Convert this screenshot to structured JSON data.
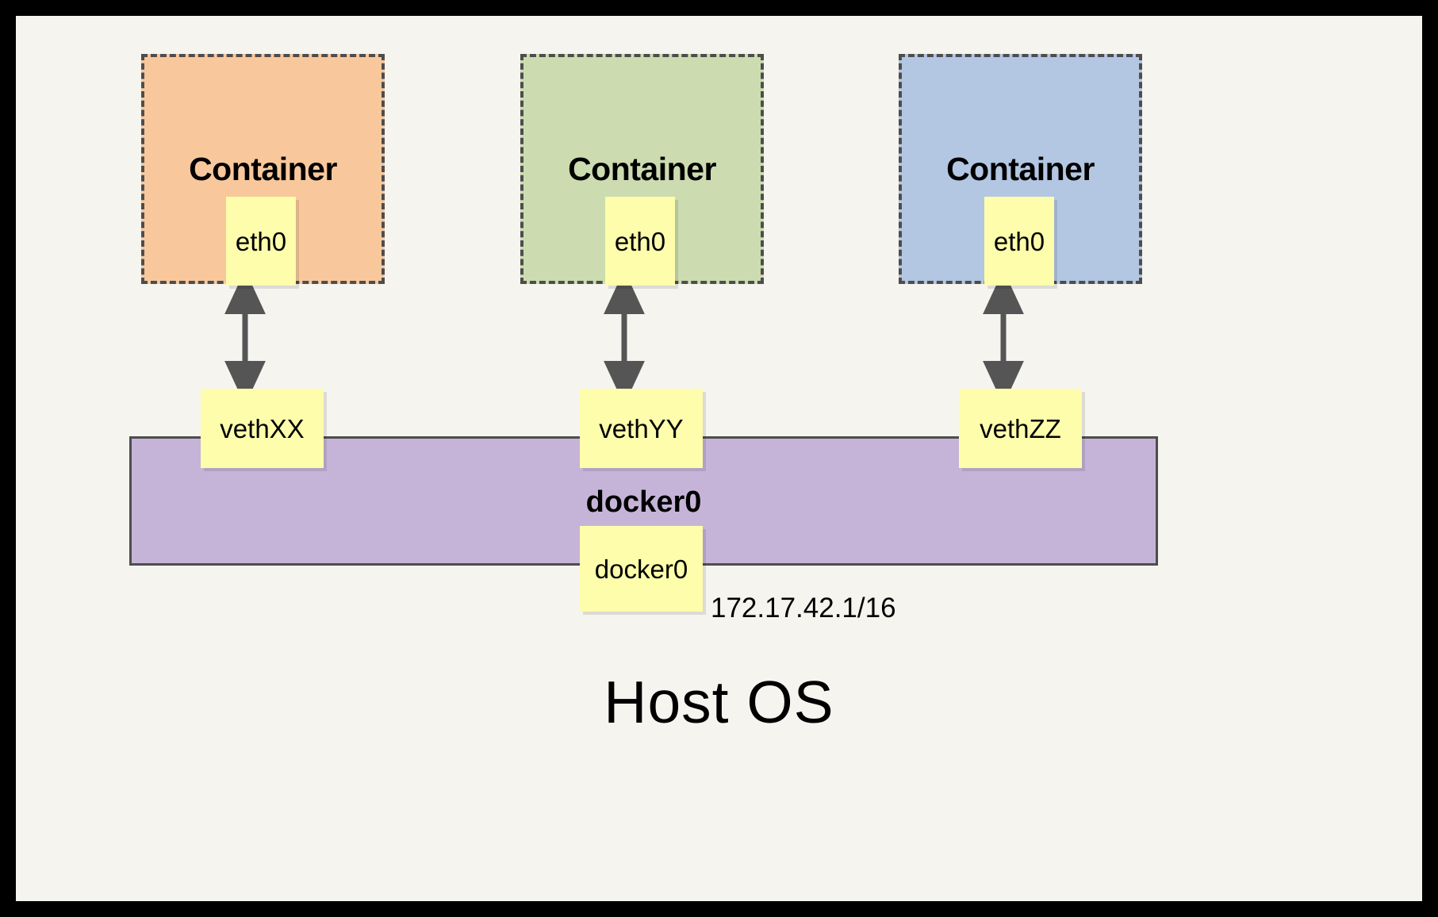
{
  "diagram": {
    "title_text": "Host OS",
    "background_color": "#f5f4ef",
    "frame_color": "#000000"
  },
  "containers": [
    {
      "label": "Container",
      "fill_color": "#f8c89c",
      "border_style": "dashed",
      "interface": {
        "label": "eth0",
        "fill_color": "#fdfdab"
      },
      "veth": {
        "label": "vethXX",
        "fill_color": "#fdfdab"
      }
    },
    {
      "label": "Container",
      "fill_color": "#ccdcb0",
      "border_style": "dashed",
      "interface": {
        "label": "eth0",
        "fill_color": "#fdfdab"
      },
      "veth": {
        "label": "vethYY",
        "fill_color": "#fdfdab"
      }
    },
    {
      "label": "Container",
      "fill_color": "#b3c6e2",
      "border_style": "dashed",
      "interface": {
        "label": "eth0",
        "fill_color": "#fdfdab"
      },
      "veth": {
        "label": "vethZZ",
        "fill_color": "#fdfdab"
      }
    }
  ],
  "bridge": {
    "title": "docker0",
    "node_label": "docker0",
    "ip_address": "172.17.42.1/16",
    "fill_color": "#c6b4d8",
    "border_color": "#4d4d4d"
  },
  "connectors": {
    "style": "double-headed-arrow",
    "color": "#555555",
    "count": 3
  }
}
